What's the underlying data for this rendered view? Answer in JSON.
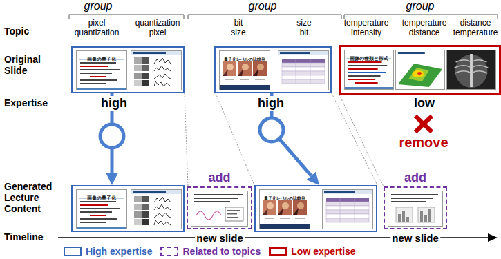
{
  "diagram": {
    "nodes": [
      {
        "text": []
      },
      {
        "text": [
          "画像の量子化"
        ],
        "in": 0
      },
      {
        "text": []
      },
      {
        "text": [
          "量子化レベルの比較例"
        ],
        "in": 2
      },
      {
        "text": []
      },
      {
        "text": [
          "画像の種類と形式"
        ],
        "in": 4
      },
      {
        "text": []
      },
      {
        "text": [
          "画像の量子化"
        ],
        "in": 6
      },
      {
        "text": [
          "add"
        ]
      },
      {
        "text": []
      },
      {
        "text": [
          "量子化レベルの比較例"
        ],
        "in": 9
      },
      {
        "text": [
          "add"
        ]
      }
    ],
    "edges": [
      {
        "from": 0,
        "to": 6,
        "arrow": "to"
      },
      {
        "from": 2,
        "to": 9,
        "arrow": "to"
      }
    ],
    "labels": [
      "group",
      "group",
      "group",
      "Topic",
      "pixel quantization",
      "quantization pixel",
      "bit size",
      "size bit",
      "temperature intensity",
      "temperature distance",
      "distance temperature",
      "Original Slide",
      "Expertise",
      "high",
      "high",
      "low",
      "remove",
      "Generated Lecture Content",
      "Timeline",
      "new slide",
      "new slide"
    ],
    "legend": [
      {
        "text": "High expertise",
        "color": "#3566b8"
      },
      {
        "text": "Related to topics",
        "color": "#7030a0"
      },
      {
        "text": "Low expertise",
        "color": "#c00000"
      }
    ]
  }
}
